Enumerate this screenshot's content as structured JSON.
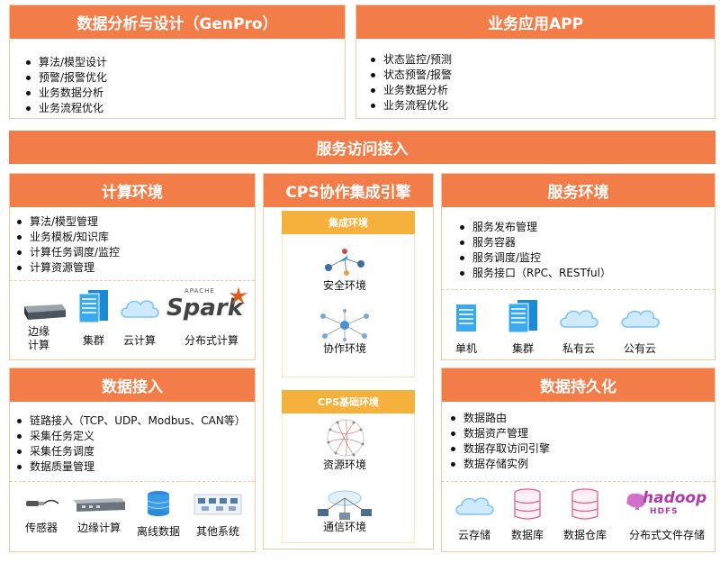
{
  "colors": {
    "header": "#f27d49",
    "sub_header": "#f6b13c",
    "border": "#f3c9a4",
    "accent_blue": "#1f8fd6"
  },
  "genpro": {
    "title": "数据分析与设计（GenPro）",
    "items": [
      "算法/模型设计",
      "预警/报警优化",
      "业务数据分析",
      "业务流程优化"
    ]
  },
  "app": {
    "title": "业务应用APP",
    "items": [
      "状态监控/预测",
      "状态预警/报警",
      "业务数据分析",
      "业务流程优化"
    ]
  },
  "access": {
    "title": "服务访问接入"
  },
  "compute": {
    "title": "计算环境",
    "items": [
      "算法/模型管理",
      "业务模板/知识库",
      "计算任务调度/监控",
      "计算资源管理"
    ],
    "icons": [
      {
        "label": "边缘\n计算",
        "icon": "edge-device-icon"
      },
      {
        "label": "集群",
        "icon": "server-cluster-icon"
      },
      {
        "label": "云计算",
        "icon": "cloud-icon"
      },
      {
        "label": "分布式计算",
        "icon": "spark-logo"
      }
    ],
    "spark_small": "APACHE",
    "spark_big": "Spark"
  },
  "cps": {
    "title": "CPS协作集成引擎",
    "integration": {
      "title": "集成环境",
      "items": [
        "安全环境",
        "协作环境"
      ]
    },
    "base": {
      "title": "CPS基础环境",
      "items": [
        "资源环境",
        "通信环境"
      ]
    }
  },
  "service": {
    "title": "服务环境",
    "items": [
      "服务发布管理",
      "服务容器",
      "服务调度/监控",
      "服务接口（RPC、RESTful）"
    ],
    "icons": [
      {
        "label": "单机",
        "icon": "server-icon"
      },
      {
        "label": "集群",
        "icon": "server-cluster-icon"
      },
      {
        "label": "私有云",
        "icon": "cloud-icon"
      },
      {
        "label": "公有云",
        "icon": "cloud-icon"
      }
    ]
  },
  "ingest": {
    "title": "数据接入",
    "items": [
      "链路接入（TCP、UDP、Modbus、CAN等）",
      "采集任务定义",
      "采集任务调度",
      "数据质量管理"
    ],
    "icons": [
      {
        "label": "传感器",
        "icon": "sensor-icon"
      },
      {
        "label": "边缘计算",
        "icon": "edge-device-icon"
      },
      {
        "label": "离线数据",
        "icon": "database-icon"
      },
      {
        "label": "其他系统",
        "icon": "systems-icon"
      }
    ]
  },
  "persist": {
    "title": "数据持久化",
    "items": [
      "数据路由",
      "数据资产管理",
      "数据存取访问引擎",
      "数据存储实例"
    ],
    "icons": [
      {
        "label": "云存储",
        "icon": "cloud-icon"
      },
      {
        "label": "数据库",
        "icon": "database-icon"
      },
      {
        "label": "数据仓库",
        "icon": "database-icon"
      },
      {
        "label": "分布式文件存储",
        "icon": "hadoop-logo"
      }
    ],
    "hadoop_word": "hadoop",
    "hadoop_sub": "HDFS"
  }
}
